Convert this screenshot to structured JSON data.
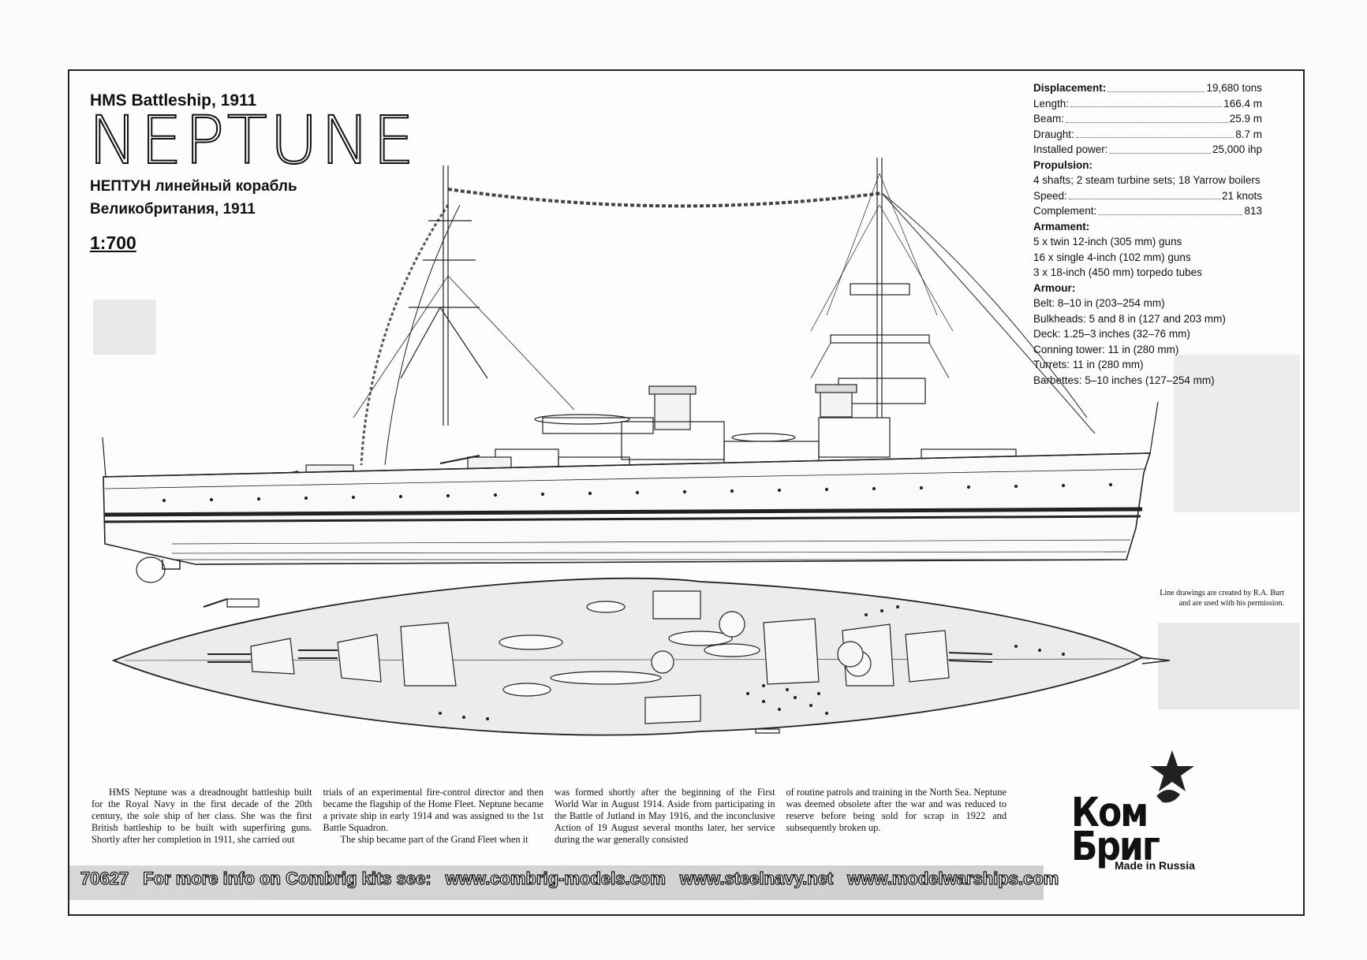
{
  "header": {
    "subtitle": "HMS Battleship, 1911",
    "title": "NEPTUNE",
    "russian_line1": "НЕПТУН линейный корабль",
    "russian_line2": "Великобритания, 1911",
    "scale": "1:700"
  },
  "specs": {
    "displacement_label": "Displacement:",
    "displacement_value": "19,680 tons",
    "length_label": "Length:",
    "length_value": "166.4 m",
    "beam_label": "Beam:",
    "beam_value": "25.9 m",
    "draught_label": "Draught:",
    "draught_value": "8.7 m",
    "power_label": "Installed power:",
    "power_value": "25,000 ihp",
    "propulsion_head": "Propulsion:",
    "propulsion_text": "4 shafts; 2 steam turbine sets; 18 Yarrow boilers",
    "speed_label": "Speed:",
    "speed_value": "21 knots",
    "complement_label": "Complement:",
    "complement_value": "813",
    "armament_head": "Armament:",
    "armament_1": "5 x twin 12-inch (305 mm) guns",
    "armament_2": "16 x single 4-inch (102 mm) guns",
    "armament_3": "3 x 18-inch (450 mm) torpedo tubes",
    "armour_head": "Armour:",
    "armour_1": "Belt: 8–10 in (203–254 mm)",
    "armour_2": "Bulkheads: 5 and 8 in (127 and 203 mm)",
    "armour_3": "Deck: 1.25–3 inches (32–76 mm)",
    "armour_4": "Conning tower: 11 in (280 mm)",
    "armour_5": "Turrets: 11 in (280 mm)",
    "armour_6": "Barbettes: 5–10 inches (127–254 mm)"
  },
  "credit": {
    "line1": "Line drawings are created by R.A. Burt",
    "line2": "and are used with his permission."
  },
  "text": {
    "col1": "HMS Neptune was a dreadnought battleship built for the Royal Navy in the first decade of the 20th century, the sole ship of her class. She was the first British battleship to be built with superfiring guns. Shortly after her completion in 1911, she carried out",
    "col2a": "trials of an experimental fire-control director and then became the flagship of the Home Fleet. Neptune became a private ship in early 1914 and was assigned to the 1st Battle Squadron.",
    "col2b": "The ship became part of the Grand Fleet when it",
    "col3": "was formed shortly after the beginning of the First World War in August 1914. Aside from participating in the Battle of Jutland in May 1916, and the inconclusive Action of 19 August several months later, her service during the war generally consisted",
    "col4": "of routine patrols and training in the North Sea. Neptune was deemed obsolete after the war and was reduced to reserve before being sold for scrap in 1922 and subsequently broken up."
  },
  "footer": {
    "kit_number": "70627",
    "info_text": "For more info on Combrig kits see:",
    "url1": "www.combrig-models.com",
    "url2": "www.steelnavy.net",
    "url3": "www.modelwarships.com"
  },
  "logo": {
    "line1": "Ком",
    "line2": "Бриг",
    "made_in": "Made in Russia",
    "icon": "star-icon"
  }
}
